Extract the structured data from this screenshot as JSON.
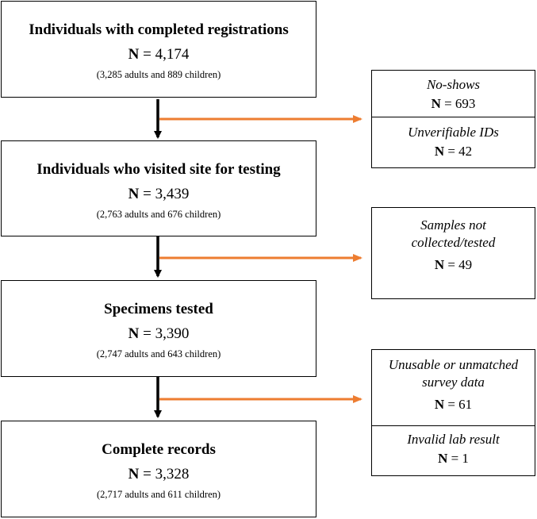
{
  "main_boxes": [
    {
      "title": "Individuals with completed registrations",
      "n_label": "N",
      "n_value": "= 4,174",
      "sub": "(3,285 adults and 889 children)"
    },
    {
      "title": "Individuals who visited site for testing",
      "n_label": "N",
      "n_value": "= 3,439",
      "sub": "(2,763 adults and 676 children)"
    },
    {
      "title": "Specimens tested",
      "n_label": "N",
      "n_value": "= 3,390",
      "sub": "(2,747 adults and 643 children)"
    },
    {
      "title": "Complete records",
      "n_label": "N",
      "n_value": "= 3,328",
      "sub": "(2,717 adults and 611 children)"
    }
  ],
  "exclusions": [
    {
      "items": [
        {
          "label": "No-shows",
          "n_label": "N",
          "n_value": "= 693"
        },
        {
          "label": "Unverifiable IDs",
          "n_label": "N",
          "n_value": "= 42"
        }
      ]
    },
    {
      "items": [
        {
          "label": "Samples not collected/tested",
          "n_label": "N",
          "n_value": "= 49"
        }
      ]
    },
    {
      "items": [
        {
          "label": "Unusable or unmatched survey data",
          "n_label": "N",
          "n_value": "= 61"
        },
        {
          "label": "Invalid lab result",
          "n_label": "N",
          "n_value": "= 1"
        }
      ]
    }
  ],
  "colors": {
    "flow_arrow": "#000000",
    "exclusion_arrow": "#ed7d31"
  }
}
